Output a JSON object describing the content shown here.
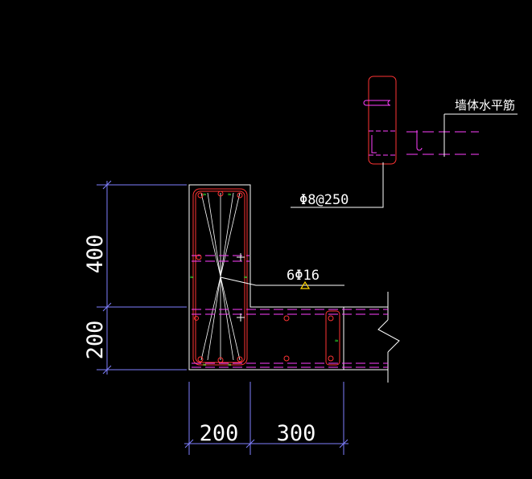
{
  "labels": {
    "wall_horizontal_rebar": "墙体水平筋",
    "tie_spec": "Φ8@250",
    "main_rebar": "6Φ16"
  },
  "dimensions": {
    "vertical_upper": "400",
    "vertical_lower": "200",
    "horizontal_left": "200",
    "horizontal_right": "300"
  },
  "colors": {
    "background": "#000000",
    "outline": "#ffffff",
    "dimension": "#8080ff",
    "stirrup": "#ff3333",
    "rebar_line": "#ff40ff",
    "tie_mark": "#33ff33",
    "marker": "#ffd700"
  }
}
